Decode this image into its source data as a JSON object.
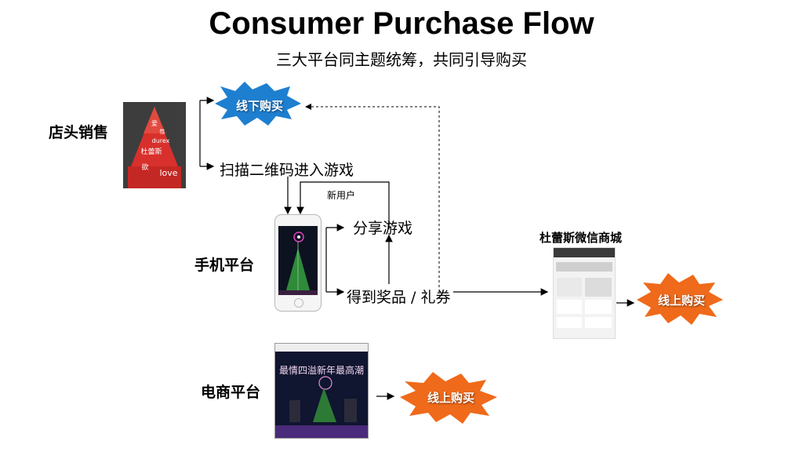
{
  "title": "Consumer Purchase Flow",
  "subtitle": "三大平台同主题统筹，共同引导购买",
  "rows": {
    "store": "店头销售",
    "mobile": "手机平台",
    "ecommerce": "电商平台"
  },
  "flow": {
    "scan": "扫描二维码进入游戏",
    "new_user": "新用户",
    "share": "分享游戏",
    "prize": "得到奖品 / 礼券",
    "mall_title": "杜蕾斯微信商城"
  },
  "bursts": {
    "offline": "线下购买",
    "online_mall": "线上购买",
    "online_ecom": "线上购买"
  },
  "images": {
    "tower_text": [
      "爱",
      "性",
      "durex",
      "杜蕾斯",
      "欲",
      "love"
    ],
    "ecom_banner": "最情四溢新年最高潮"
  },
  "colors": {
    "blue_burst": "#1e7fd0",
    "orange_burst": "#ef6a1a",
    "tower_red": "#d8302c"
  }
}
